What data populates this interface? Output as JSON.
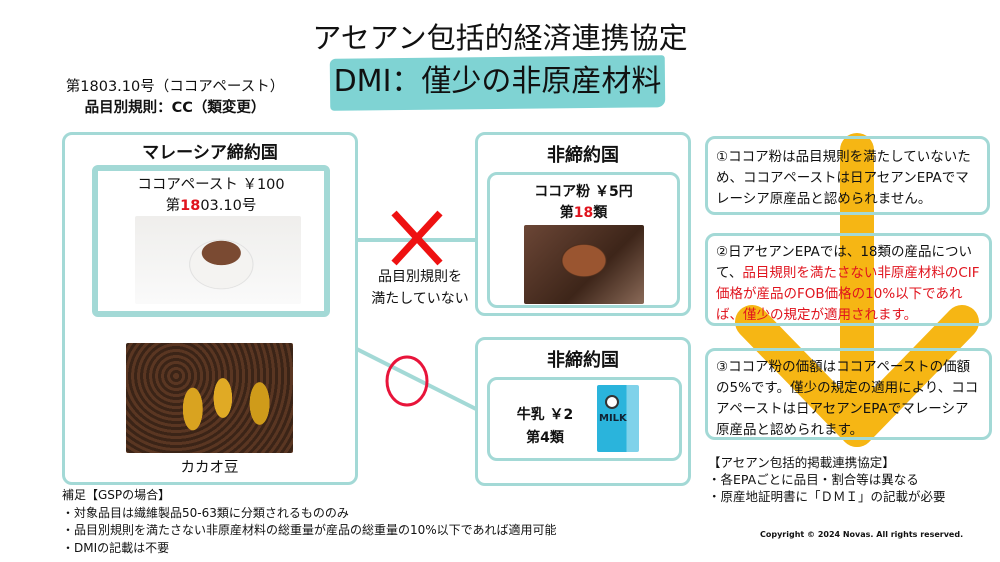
{
  "header": {
    "title": "アセアン包括的経済連携協定",
    "subtitle": "DMI：僅少の非原産材料"
  },
  "hs_info": {
    "line1": "第1803.10号（ココアペースト）",
    "line2": "品目別規則：CC（類変更）"
  },
  "malaysia": {
    "title": "マレーシア締約国",
    "product": "ココアペースト ￥100",
    "hs_prefix": "第",
    "hs_red": "18",
    "hs_suffix": "03.10号",
    "material_label": "カカオ豆"
  },
  "nonparty1": {
    "title": "非締約国",
    "product": "ココア粉 ￥5円",
    "hs_prefix": "第",
    "hs_red": "18",
    "hs_suffix": "類"
  },
  "nonparty2": {
    "title": "非締約国",
    "product": "牛乳 ￥2",
    "hs": "第4類",
    "carton_text": "MILK"
  },
  "arrow_label": {
    "line1": "品目別規則を",
    "line2": "満たしていない"
  },
  "explanations": {
    "box1": "①ココア粉は品目規則を満たしていないため、ココアペーストは日アセアンEPAでマレーシア原産品と認められません。",
    "box2_plain": "②日アセアンEPAでは、18類の産品について、",
    "box2_red": "品目規則を満たさない非原産材料のCIF価格が産品のFOB価格の10%以下であれば、僅少の規定が適用されます。",
    "box3": "③ココア粉の価額はココアペーストの価額の5%です。僅少の規定の適用により、ココアペーストは日アセアンEPAでマレーシア原産品と認められます。"
  },
  "notes": {
    "title": "【アセアン包括的掲載連携協定】",
    "items": [
      "・各EPAごとに品目・割合等は異なる",
      "・原産地証明書に「ＤＭＩ」の記載が必要"
    ]
  },
  "supplement": {
    "title": "補足【GSPの場合】",
    "items": [
      "・対象品目は繊維製品50-63類に分類されるもののみ",
      "・品目別規則を満たさない非原産材料の総重量が産品の総重量の10%以下であれば適用可能",
      "・DMIの記載は不要"
    ]
  },
  "copyright": "Copyright © 2024 Novas. All rights reserved.",
  "colors": {
    "teal": "#a3d9d6",
    "highlight": "#7fd3d3",
    "red": "#e0141e",
    "orange": "#f6b614"
  }
}
